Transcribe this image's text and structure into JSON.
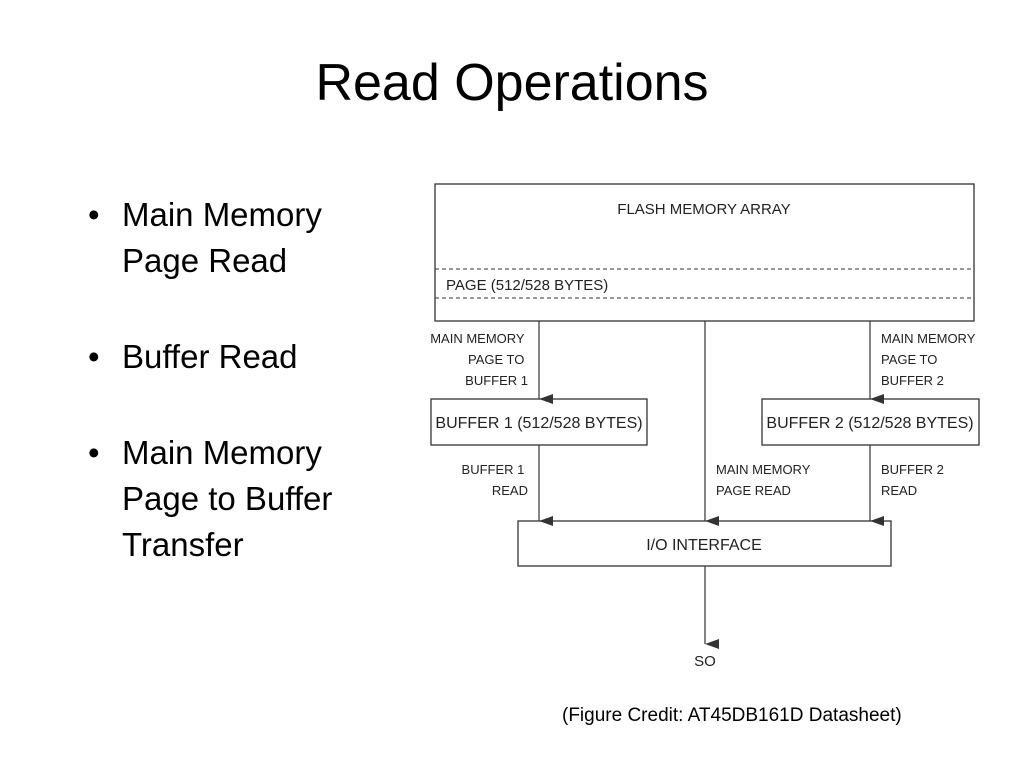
{
  "slide": {
    "title": "Read Operations",
    "bullets": [
      "Main Memory Page Read",
      "Buffer Read",
      "Main Memory Page to Buffer Transfer"
    ],
    "credit": "(Figure Credit: AT45DB161D Datasheet)"
  },
  "diagram": {
    "flash_array": "FLASH MEMORY ARRAY",
    "page": "PAGE (512/528 BYTES)",
    "buffer1": "BUFFER 1 (512/528 BYTES)",
    "buffer2": "BUFFER 2 (512/528 BYTES)",
    "io_interface": "I/O INTERFACE",
    "so": "SO",
    "mm_to_buf1": [
      "MAIN MEMORY",
      "PAGE TO",
      "BUFFER 1"
    ],
    "mm_to_buf2": [
      "MAIN MEMORY",
      "PAGE TO",
      "BUFFER 2"
    ],
    "buf1_read": [
      "BUFFER 1",
      "READ"
    ],
    "buf2_read": [
      "BUFFER 2",
      "READ"
    ],
    "mm_page_read": [
      "MAIN MEMORY",
      "PAGE READ"
    ]
  }
}
